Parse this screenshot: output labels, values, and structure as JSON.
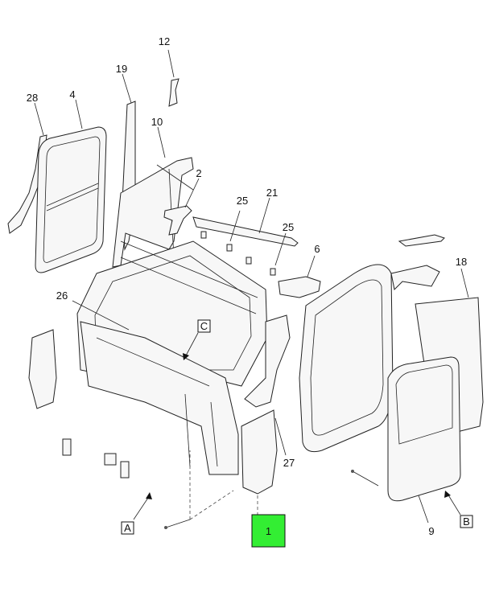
{
  "callouts": {
    "c12": "12",
    "c19": "19",
    "c28": "28",
    "c4": "4",
    "c10": "10",
    "c2": "2",
    "c21": "21",
    "c25a": "25",
    "c25b": "25",
    "c6": "6",
    "c18": "18",
    "c26": "26",
    "c27": "27",
    "c9": "9",
    "c1": "1"
  },
  "view_labels": {
    "a": "A",
    "b": "B",
    "c": "C"
  },
  "highlight_color": "#33ee33"
}
